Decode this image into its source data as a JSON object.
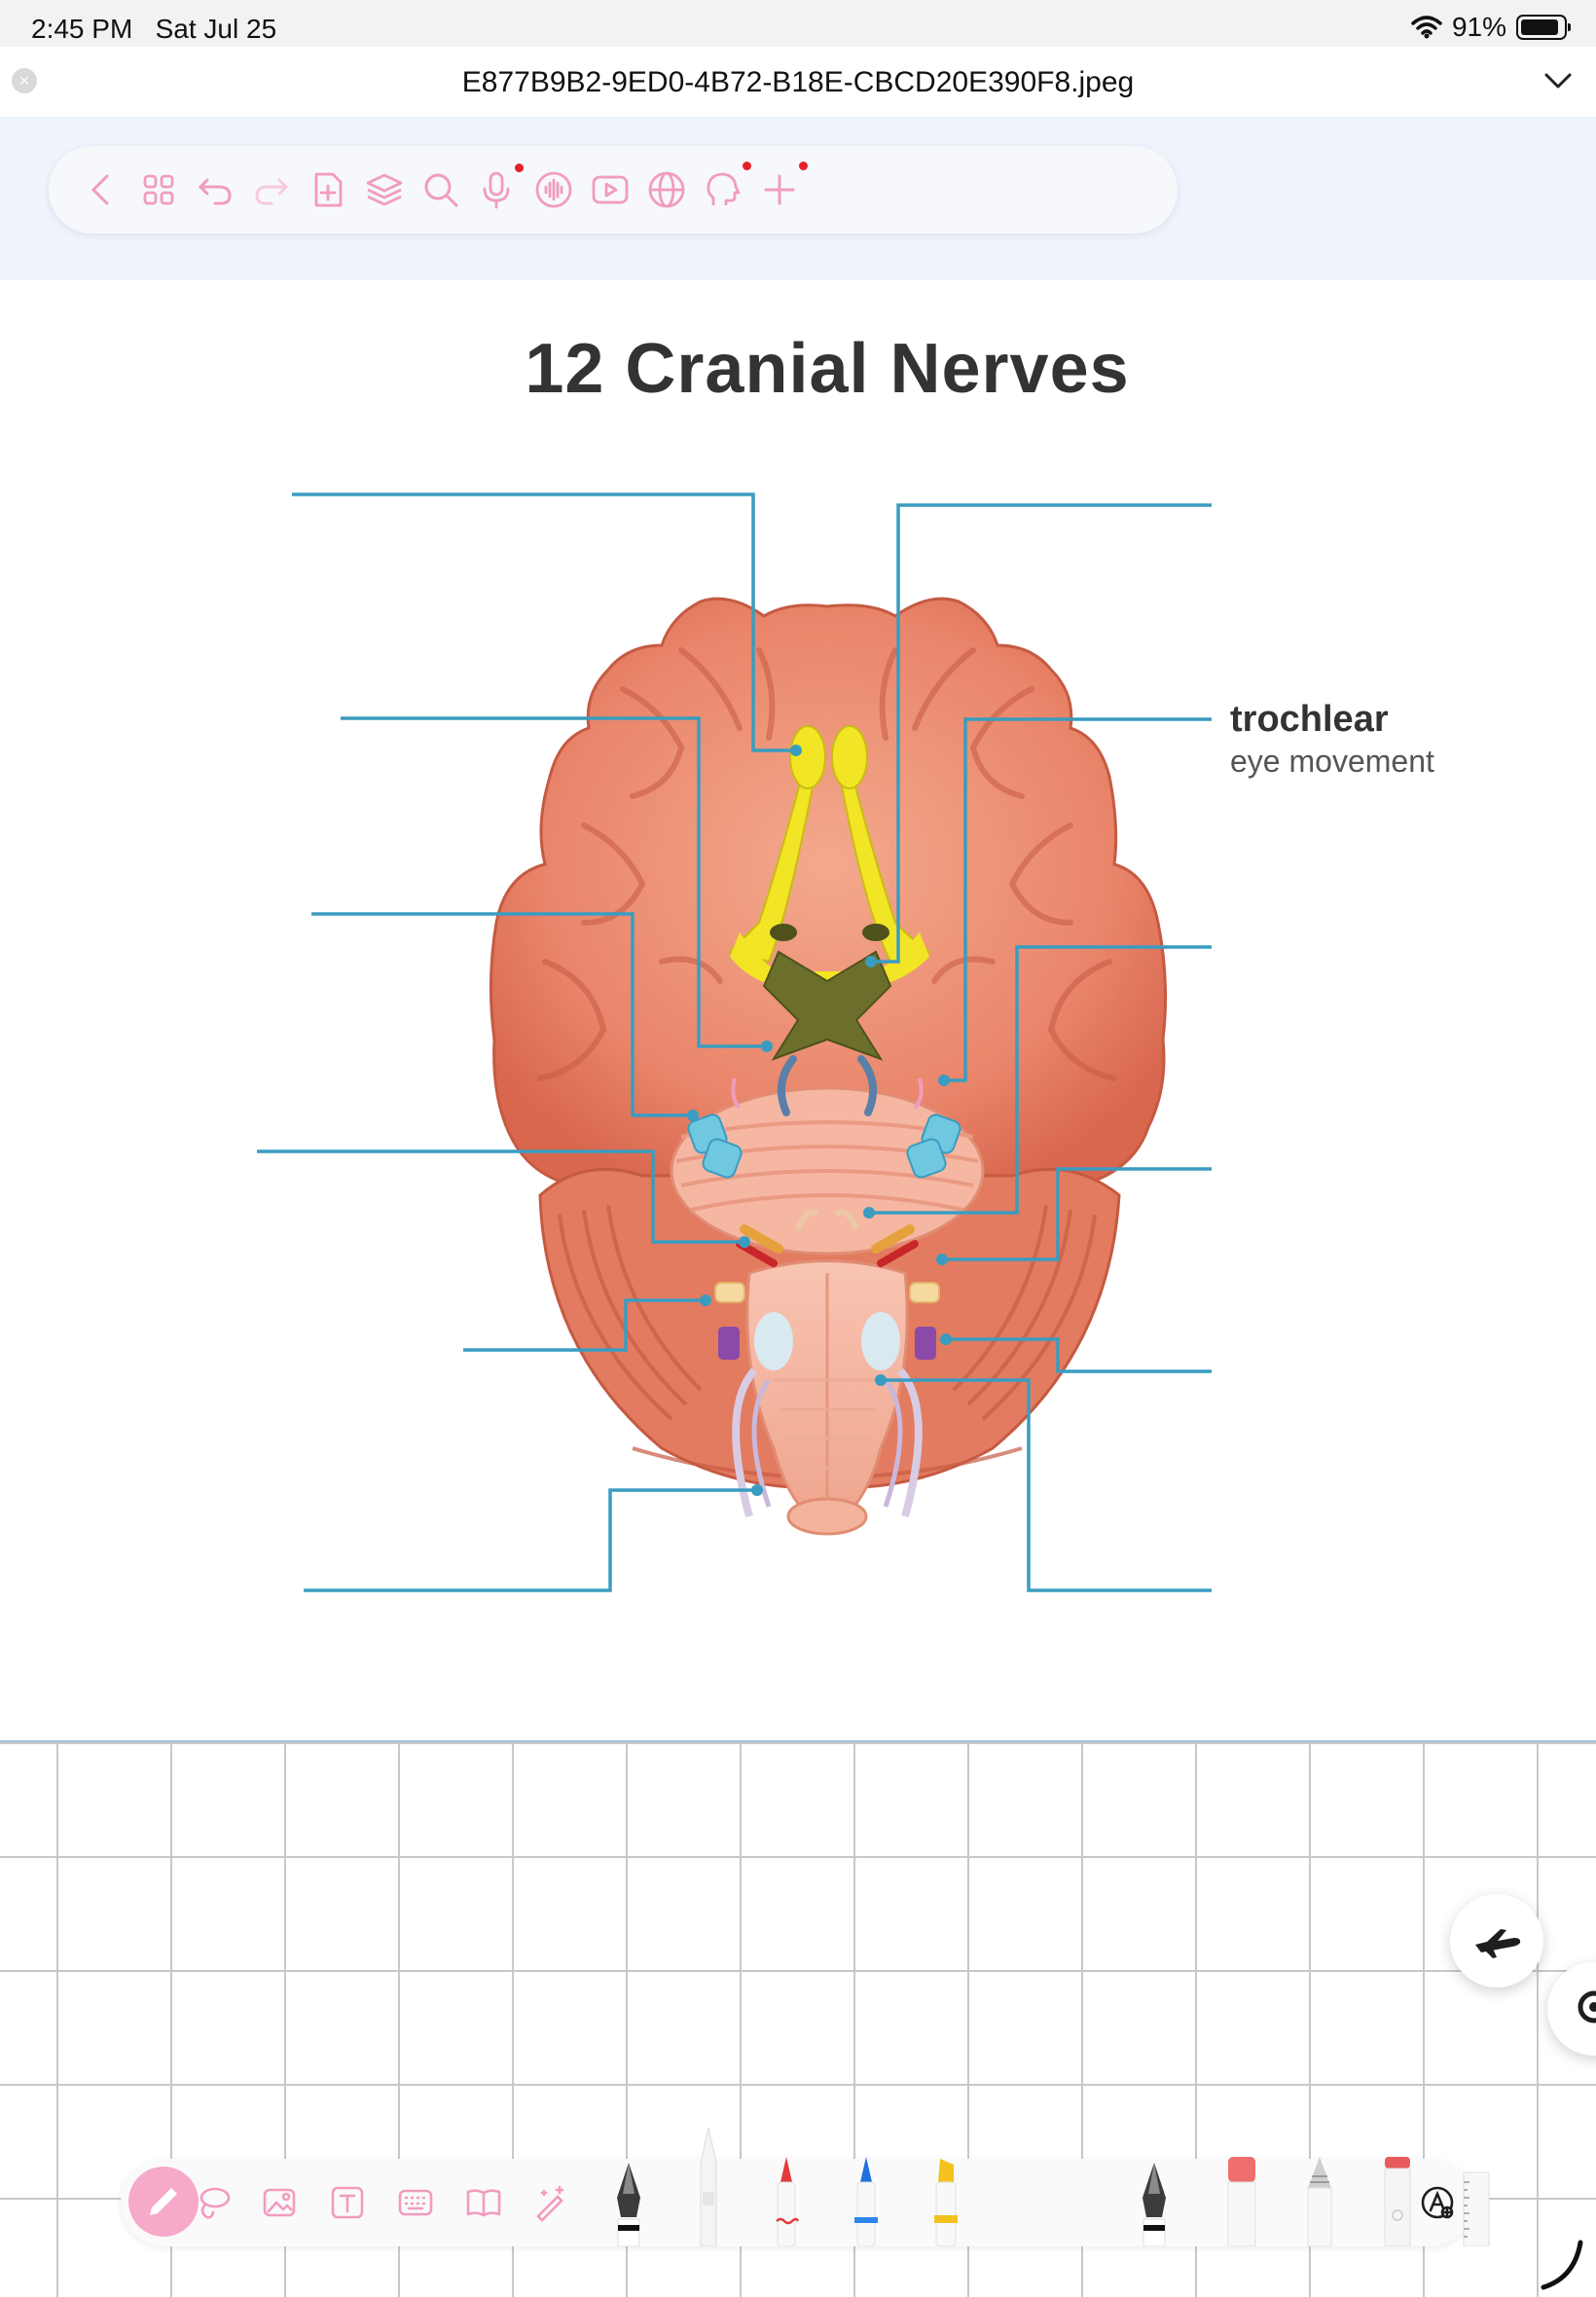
{
  "status": {
    "time": "2:45 PM",
    "date": "Sat Jul 25",
    "battery": "91%",
    "battery_level": 0.91
  },
  "window": {
    "title": "E877B9B2-9ED0-4B72-B18E-CBCD20E390F8.jpeg"
  },
  "toolbar": {
    "icons": [
      "back-icon",
      "grid-icon",
      "undo-icon",
      "redo-icon",
      "add-page-icon",
      "layers-icon",
      "search-icon",
      "microphone-icon",
      "audio-icon",
      "video-icon",
      "globe-icon",
      "ai-head-icon",
      "plus-icon"
    ],
    "accent": "#f29bbf",
    "badge_color": "#e8202a"
  },
  "diagram": {
    "title": "12 Cranial Nerves",
    "label": {
      "name": "trochlear",
      "desc": "eye movement"
    },
    "line_color": "#3a9cc0"
  },
  "bottom_toolbar": {
    "icons": [
      "pencil-icon",
      "lasso-icon",
      "image-icon",
      "text-icon",
      "keyboard-icon",
      "book-icon",
      "magic-pen-icon",
      "shape-icon"
    ],
    "tools": [
      "fountain-pen",
      "ballpoint-white",
      "marker-red",
      "marker-blue",
      "highlighter-yellow",
      "fountain-pen-dark",
      "eraser-red",
      "pencil-gray",
      "eraser-stick",
      "ruler"
    ]
  }
}
